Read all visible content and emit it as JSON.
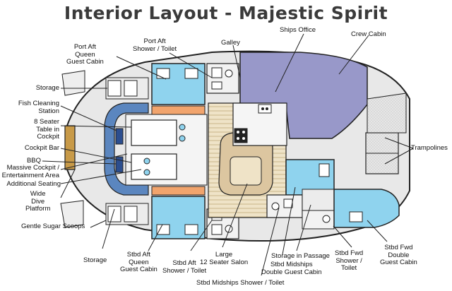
{
  "title": "Interior Layout - Majestic Spirit",
  "labels": {
    "ships_office": "Ships Office",
    "crew_cabin": "Crew Cabin",
    "galley": "Galley",
    "port_aft_shower": [
      "Port Aft",
      "Shower / Toilet"
    ],
    "port_aft_cabin": [
      "Port Aft",
      "Queen",
      "Guest Cabin"
    ],
    "storage_port": "Storage",
    "fish_cleaning": [
      "Fish Cleaning",
      "Station"
    ],
    "seater_8": [
      "8 Seater",
      "Table in",
      "Cockpit"
    ],
    "cockpit_bar": "Cockpit Bar",
    "bbq": "BBQ",
    "massive_cockpit": [
      "Massive Cockpit /",
      "Entertainment Area"
    ],
    "additional_seating": "Additional Seating",
    "wide_dive": [
      "Wide",
      "Dive",
      "Platform"
    ],
    "gentle_sugar": "Gentle Sugar Scoops",
    "storage_stbd": "Storage",
    "stbd_aft_cabin": [
      "Stbd Aft",
      "Queen",
      "Guest Cabin"
    ],
    "stbd_aft_shower": [
      "Stbd Aft",
      "Shower / Toilet"
    ],
    "salon": [
      "Large",
      "12 Seater Salon"
    ],
    "stbd_mid_shower": "Stbd Midships Shower / Toilet",
    "storage_passage": "Storage in Passage",
    "stbd_mid_cabin": [
      "Stbd Midships",
      "Double Guest Cabin"
    ],
    "stbd_fwd_shower": [
      "Stbd Fwd",
      "Shower /",
      "Toilet"
    ],
    "stbd_fwd_cabin": [
      "Stbd Fwd",
      "Double",
      "Guest Cabin"
    ],
    "trampolines": "Trampolines"
  },
  "colors": {
    "hull": "#e9e9e9",
    "cabin_blue": "#8fd3ee",
    "crew_purple": "#9797c9",
    "salon_floor": "#efe3c7",
    "salon_stripe": "#d9c9a5",
    "cushion": "#dcc6a0",
    "orange": "#f1a46d",
    "seat_blue": "#5b86bf",
    "outline": "#222222"
  }
}
